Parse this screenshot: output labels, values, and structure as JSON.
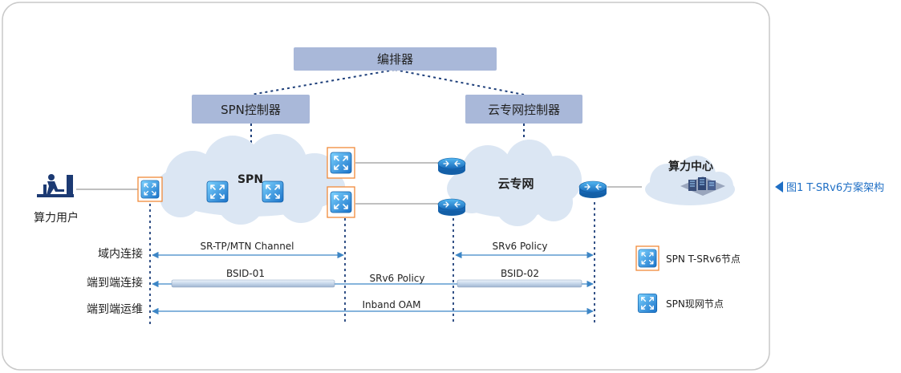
{
  "orchestrator": {
    "label": "编排器"
  },
  "spn_controller": {
    "label": "SPN控制器"
  },
  "cloud_controller": {
    "label": "云专网控制器"
  },
  "spn_cloud": {
    "label": "SPN"
  },
  "cloud_net": {
    "label": "云专网"
  },
  "compute_user": {
    "label": "算力用户"
  },
  "compute_center": {
    "label": "算力中心"
  },
  "caption": {
    "text": "图1 T-SRv6方案架构"
  },
  "rows": {
    "intra_domain": "域内连接",
    "e2e_connection": "端到端连接",
    "e2e_oam": "端到端运维"
  },
  "links": {
    "sr_tp_mtn": "SR-TP/MTN Channel",
    "srv6_policy_right": "SRv6 Policy",
    "bsid_01": "BSID-01",
    "srv6_policy_mid": "SRv6 Policy",
    "bsid_02": "BSID-02",
    "inband_oam": "Inband OAM"
  },
  "legend": {
    "t_srv6_node": "SPN T-SRv6节点",
    "existing_node": "SPN现网节点"
  },
  "colors": {
    "box_fill": "#a9b8d9",
    "cloud_fill": "#dbe6f3",
    "node_blue": "#1f7fcf",
    "node_border_orange": "#f08a3a",
    "arrow_blue": "#3d86c6",
    "dash_navy": "#1e3f7a"
  }
}
